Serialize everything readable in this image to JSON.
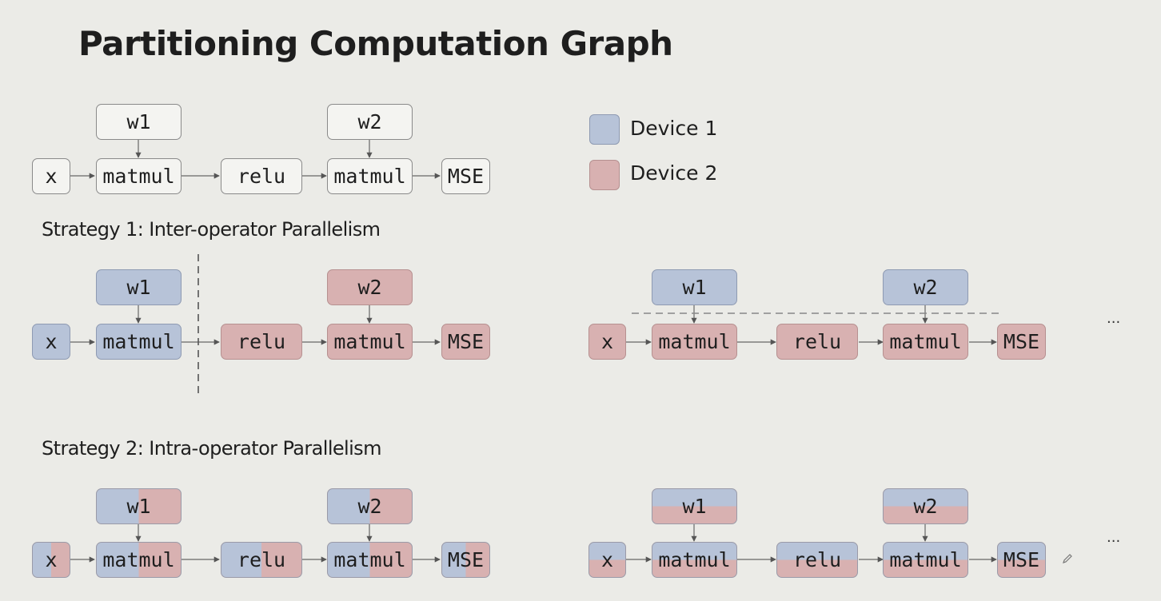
{
  "title": "Partitioning Computation Graph",
  "legend": {
    "device1": {
      "label": "Device 1",
      "color": "#b7c3d8"
    },
    "device2": {
      "label": "Device 2",
      "color": "#d8b1b1"
    }
  },
  "strategies": {
    "s1": "Strategy 1: Inter-operator Parallelism",
    "s2": "Strategy 2: Intra-operator Parallelism"
  },
  "nodes": {
    "x": "x",
    "w1": "w1",
    "w2": "w2",
    "matmul": "matmul",
    "relu": "relu",
    "mse": "MSE"
  },
  "ellipsis": "..."
}
